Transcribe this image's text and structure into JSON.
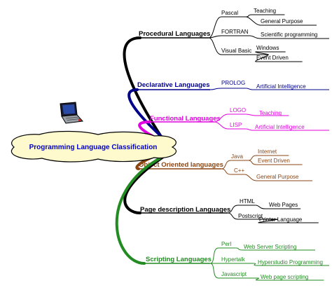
{
  "center": {
    "title": "Programming Language Classification"
  },
  "icon": "laptop-icon",
  "colors": {
    "procedural": "#000000",
    "declarative": "#00008b",
    "functional": "#e000e0",
    "object_oriented": "#8b4513",
    "page_description": "#000000",
    "scripting": "#228b22",
    "center_text": "#0000cc",
    "cloud_fill": "#fffacd"
  },
  "branches": [
    {
      "key": "procedural",
      "label": "Procedural Languages",
      "children": [
        {
          "label": "Pascal",
          "children": [
            {
              "label": "Teaching"
            },
            {
              "label": "General Purpose"
            }
          ]
        },
        {
          "label": "FORTRAN",
          "children": [
            {
              "label": "Scientific programming"
            }
          ]
        },
        {
          "label": "Visual Basic",
          "children": [
            {
              "label": "Windows"
            },
            {
              "label": "Event Driven"
            }
          ]
        }
      ]
    },
    {
      "key": "declarative",
      "label": "Declarative Languages",
      "children": [
        {
          "label": "PROLOG",
          "children": [
            {
              "label": "Artificial Intelligence"
            }
          ]
        }
      ]
    },
    {
      "key": "functional",
      "label": "Functional Languages",
      "children": [
        {
          "label": "LOGO",
          "children": [
            {
              "label": "Teaching"
            }
          ]
        },
        {
          "label": "LISP",
          "children": [
            {
              "label": "Artificial Intelligence"
            }
          ]
        }
      ]
    },
    {
      "key": "object_oriented",
      "label": "Object Oriented languages",
      "children": [
        {
          "label": "Java",
          "children": [
            {
              "label": "Internet"
            },
            {
              "label": "Event Driven"
            }
          ]
        },
        {
          "label": "C++",
          "children": [
            {
              "label": "General Purpose"
            }
          ]
        }
      ]
    },
    {
      "key": "page_description",
      "label": "Page description Languages",
      "children": [
        {
          "label": "HTML",
          "children": [
            {
              "label": "Web Pages"
            }
          ]
        },
        {
          "label": "Postscript",
          "children": [
            {
              "label": "Printer Language"
            }
          ]
        }
      ]
    },
    {
      "key": "scripting",
      "label": "Scripting Languages",
      "children": [
        {
          "label": "Perl",
          "children": [
            {
              "label": "Web Server Scripting"
            }
          ]
        },
        {
          "label": "Hypertalk",
          "children": [
            {
              "label": "Hyperstudio Programming"
            }
          ]
        },
        {
          "label": "Javascript",
          "children": [
            {
              "label": "Web page scripting"
            }
          ]
        }
      ]
    }
  ]
}
